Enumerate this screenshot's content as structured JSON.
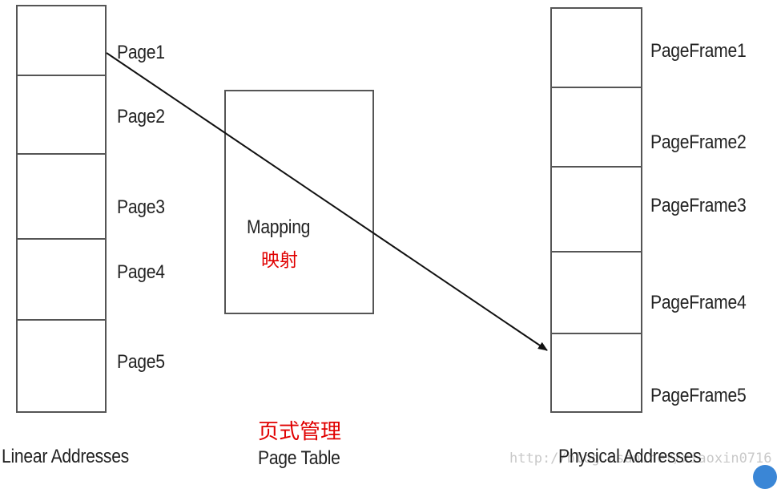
{
  "linear": {
    "caption": "Linear Addresses",
    "pages": [
      "Page1",
      "Page2",
      "Page3",
      "Page4",
      "Page5"
    ]
  },
  "page_table": {
    "box_text": "Mapping",
    "box_text_zh": "映射",
    "title_zh": "页式管理",
    "caption": "Page Table"
  },
  "physical": {
    "caption": "Physical Addresses",
    "frames": [
      "PageFrame1",
      "PageFrame2",
      "PageFrame3",
      "PageFrame4",
      "PageFrame5"
    ]
  },
  "watermark": "http://blog.csdn.net/xiaoxin0716",
  "colors": {
    "accent": "#e00000",
    "stroke": "#555555",
    "arrow": "#111111"
  }
}
